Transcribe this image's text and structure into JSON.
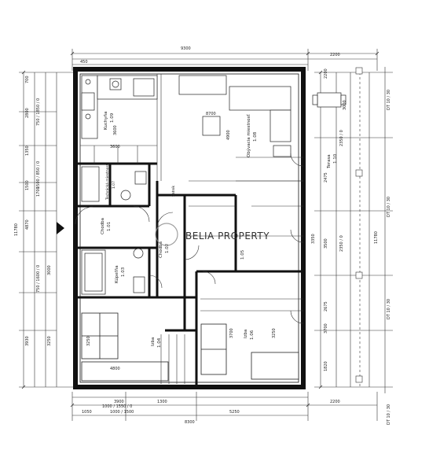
{
  "watermark": {
    "text": "BELIA PROPERTY"
  },
  "rooms": {
    "kitchen": {
      "name": "Kuchyňa",
      "num": "1.09"
    },
    "living": {
      "name": "Obývacia miestnosť",
      "num": "1.08"
    },
    "terrace": {
      "name": "Terasa",
      "num": "1.10"
    },
    "wc": {
      "name": "Technická miestnosť",
      "num": "1.07"
    },
    "hall1": {
      "name": "Chodba",
      "num": "1.01"
    },
    "hall2": {
      "name": "Chodba",
      "num": "1.02"
    },
    "bath": {
      "name": "Kúpeľňa",
      "num": "1.03"
    },
    "bedroom1": {
      "name": "Izba",
      "num": "1.04"
    },
    "bedroom2": {
      "name": "Izba",
      "num": "1.06"
    },
    "closet": {
      "name": "Šatník",
      "num": "1.05"
    }
  },
  "dims": {
    "top_total": "9300",
    "top_right": "2200",
    "top_left": "450",
    "kitchen_w": "3600",
    "kitchen_h": "3600",
    "living_w": "8700",
    "living_h": "4900",
    "left_total": "11780",
    "left_a": "700",
    "left_b": "2800",
    "left_c": "1350",
    "left_d": "1500",
    "left_e": "1700",
    "left_f": "4870",
    "left_g": "3000",
    "left_h": "3250",
    "left_i": "3930",
    "bottom_total": "8300",
    "bottom_a": "3900",
    "bottom_b": "1300",
    "bottom_c": "2200",
    "bottom_d": "5250",
    "bottom_e": "1050",
    "bottom_f": "1000 / 1500",
    "right_total": "11780",
    "right_a": "3000",
    "right_b": "3500",
    "right_c": "2475",
    "right_d": "2675",
    "right_e": "3700",
    "right_f": "1820",
    "terrace_w": "2200",
    "terrace_h": "2350 / 0",
    "bed1_w": "4800",
    "bed1_h": "3250",
    "bed2_h": "3700",
    "bed2_w": "3250",
    "hall_h": "3350",
    "win_a": "750 / 1600 / 0",
    "win_b": "750 / 1850 / 0",
    "win_c": "1000 / 1550 / 0",
    "win_d": "1500 / 850 / 0",
    "win_e": "2350 / 0",
    "sill1": "DT 10 / 30",
    "sill2": "DT 10 / 30",
    "sill3": "DT 10 / 30",
    "sill4": "DT 10 / 30"
  }
}
